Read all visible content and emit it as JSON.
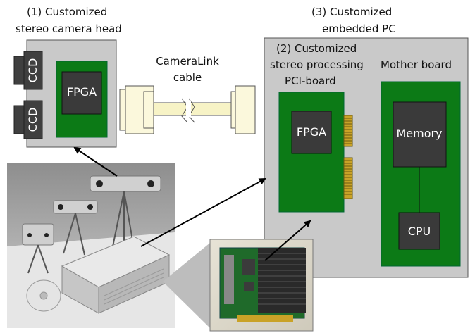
{
  "camera_head": {
    "title_line1": "(1) Customized",
    "title_line2": "stereo camera head",
    "ccd_top": "CCD",
    "ccd_bottom": "CCD",
    "fpga": "FPGA"
  },
  "cable": {
    "label_line1": "CameraLink",
    "label_line2": "cable"
  },
  "pc": {
    "title_line1": "(3) Customized",
    "title_line2": "embedded PC",
    "pci_board_line1": "(2) Customized",
    "pci_board_line2": "stereo processing",
    "pci_board_line3": "PCI-board",
    "pci_fpga": "FPGA",
    "mother_board": "Mother board",
    "memory": "Memory",
    "cpu": "CPU"
  },
  "colors": {
    "board_green": "#0c7a16",
    "chip_gray": "#3a3a3a",
    "box_gray": "#c9c9c9",
    "cable_yellow": "#f7f3c6"
  }
}
